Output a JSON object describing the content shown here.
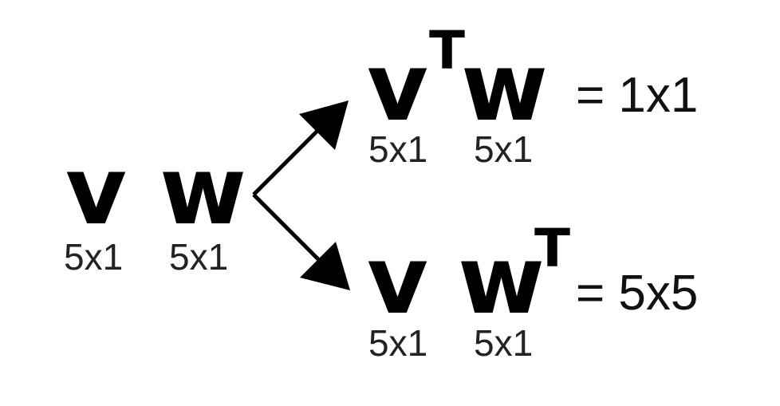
{
  "colors": {
    "background": "#ffffff",
    "ink": "#000000"
  },
  "left": {
    "v_symbol": "v",
    "w_symbol": "w",
    "v_dim": "5x1",
    "w_dim": "5x1"
  },
  "top": {
    "v_symbol": "v",
    "v_superscript": "T",
    "w_symbol": "w",
    "v_dim": "5x1",
    "w_dim": "5x1",
    "result": "= 1x1"
  },
  "bottom": {
    "v_symbol": "v",
    "w_symbol": "w",
    "w_superscript": "T",
    "v_dim": "5x1",
    "w_dim": "5x1",
    "result": "= 5x5"
  }
}
